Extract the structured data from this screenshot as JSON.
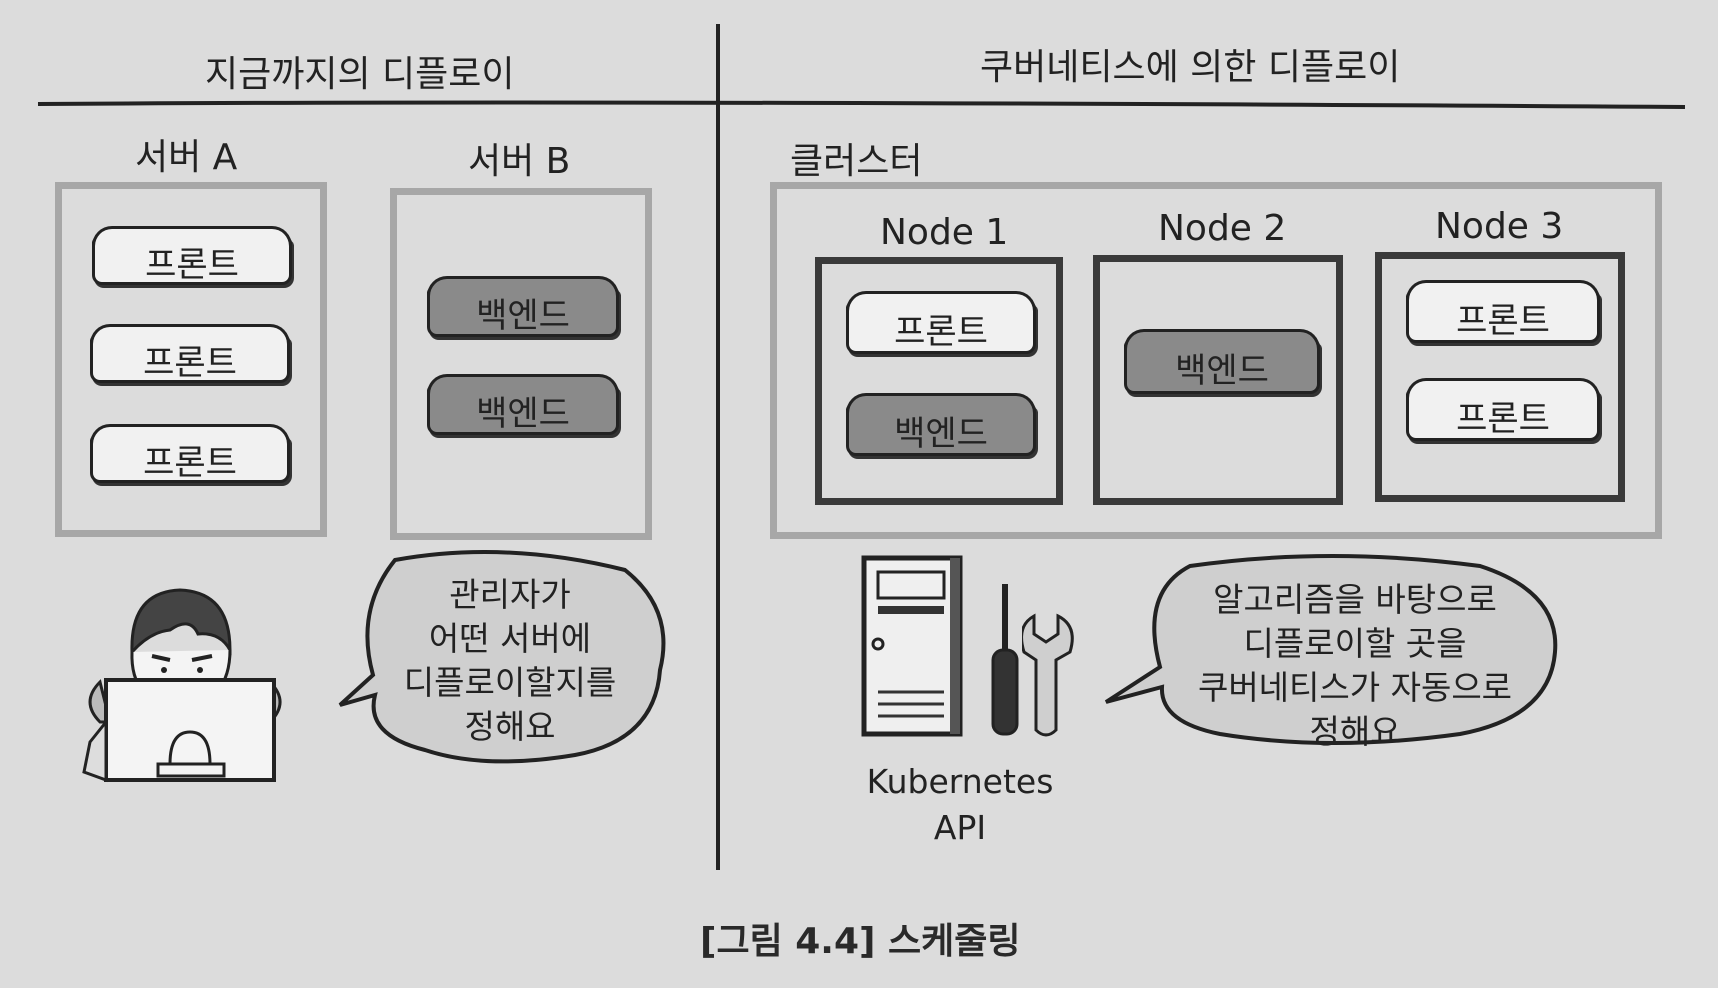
{
  "left": {
    "heading": "지금까지의 디플로이",
    "server_a": {
      "label": "서버 A",
      "items": [
        "프론트",
        "프론트",
        "프론트"
      ]
    },
    "server_b": {
      "label": "서버 B",
      "items": [
        "백엔드",
        "백엔드"
      ]
    },
    "bubble_lines": [
      "관리자가",
      "어떤 서버에",
      "디플로이할지를",
      "정해요"
    ]
  },
  "right": {
    "heading": "쿠버네티스에 의한 디플로이",
    "cluster_label": "클러스터",
    "nodes": [
      {
        "label": "Node 1",
        "items": [
          "프론트",
          "백엔드"
        ]
      },
      {
        "label": "Node 2",
        "items": [
          "백엔드"
        ]
      },
      {
        "label": "Node 3",
        "items": [
          "프론트",
          "프론트"
        ]
      }
    ],
    "api_lines": [
      "Kubernetes",
      "API"
    ],
    "bubble_lines": [
      "알고리즘을 바탕으로",
      "디플로이할 곳을",
      "쿠버네티스가 자동으로",
      "정해요"
    ]
  },
  "caption": "[그림 4.4] 스케줄링",
  "colors": {
    "background": "#dcdcdc",
    "outer_box": "#a7a7a7",
    "node_box": "#3a3a3a",
    "frontend": "#f1f1f1",
    "backend": "#8a8a8a"
  }
}
